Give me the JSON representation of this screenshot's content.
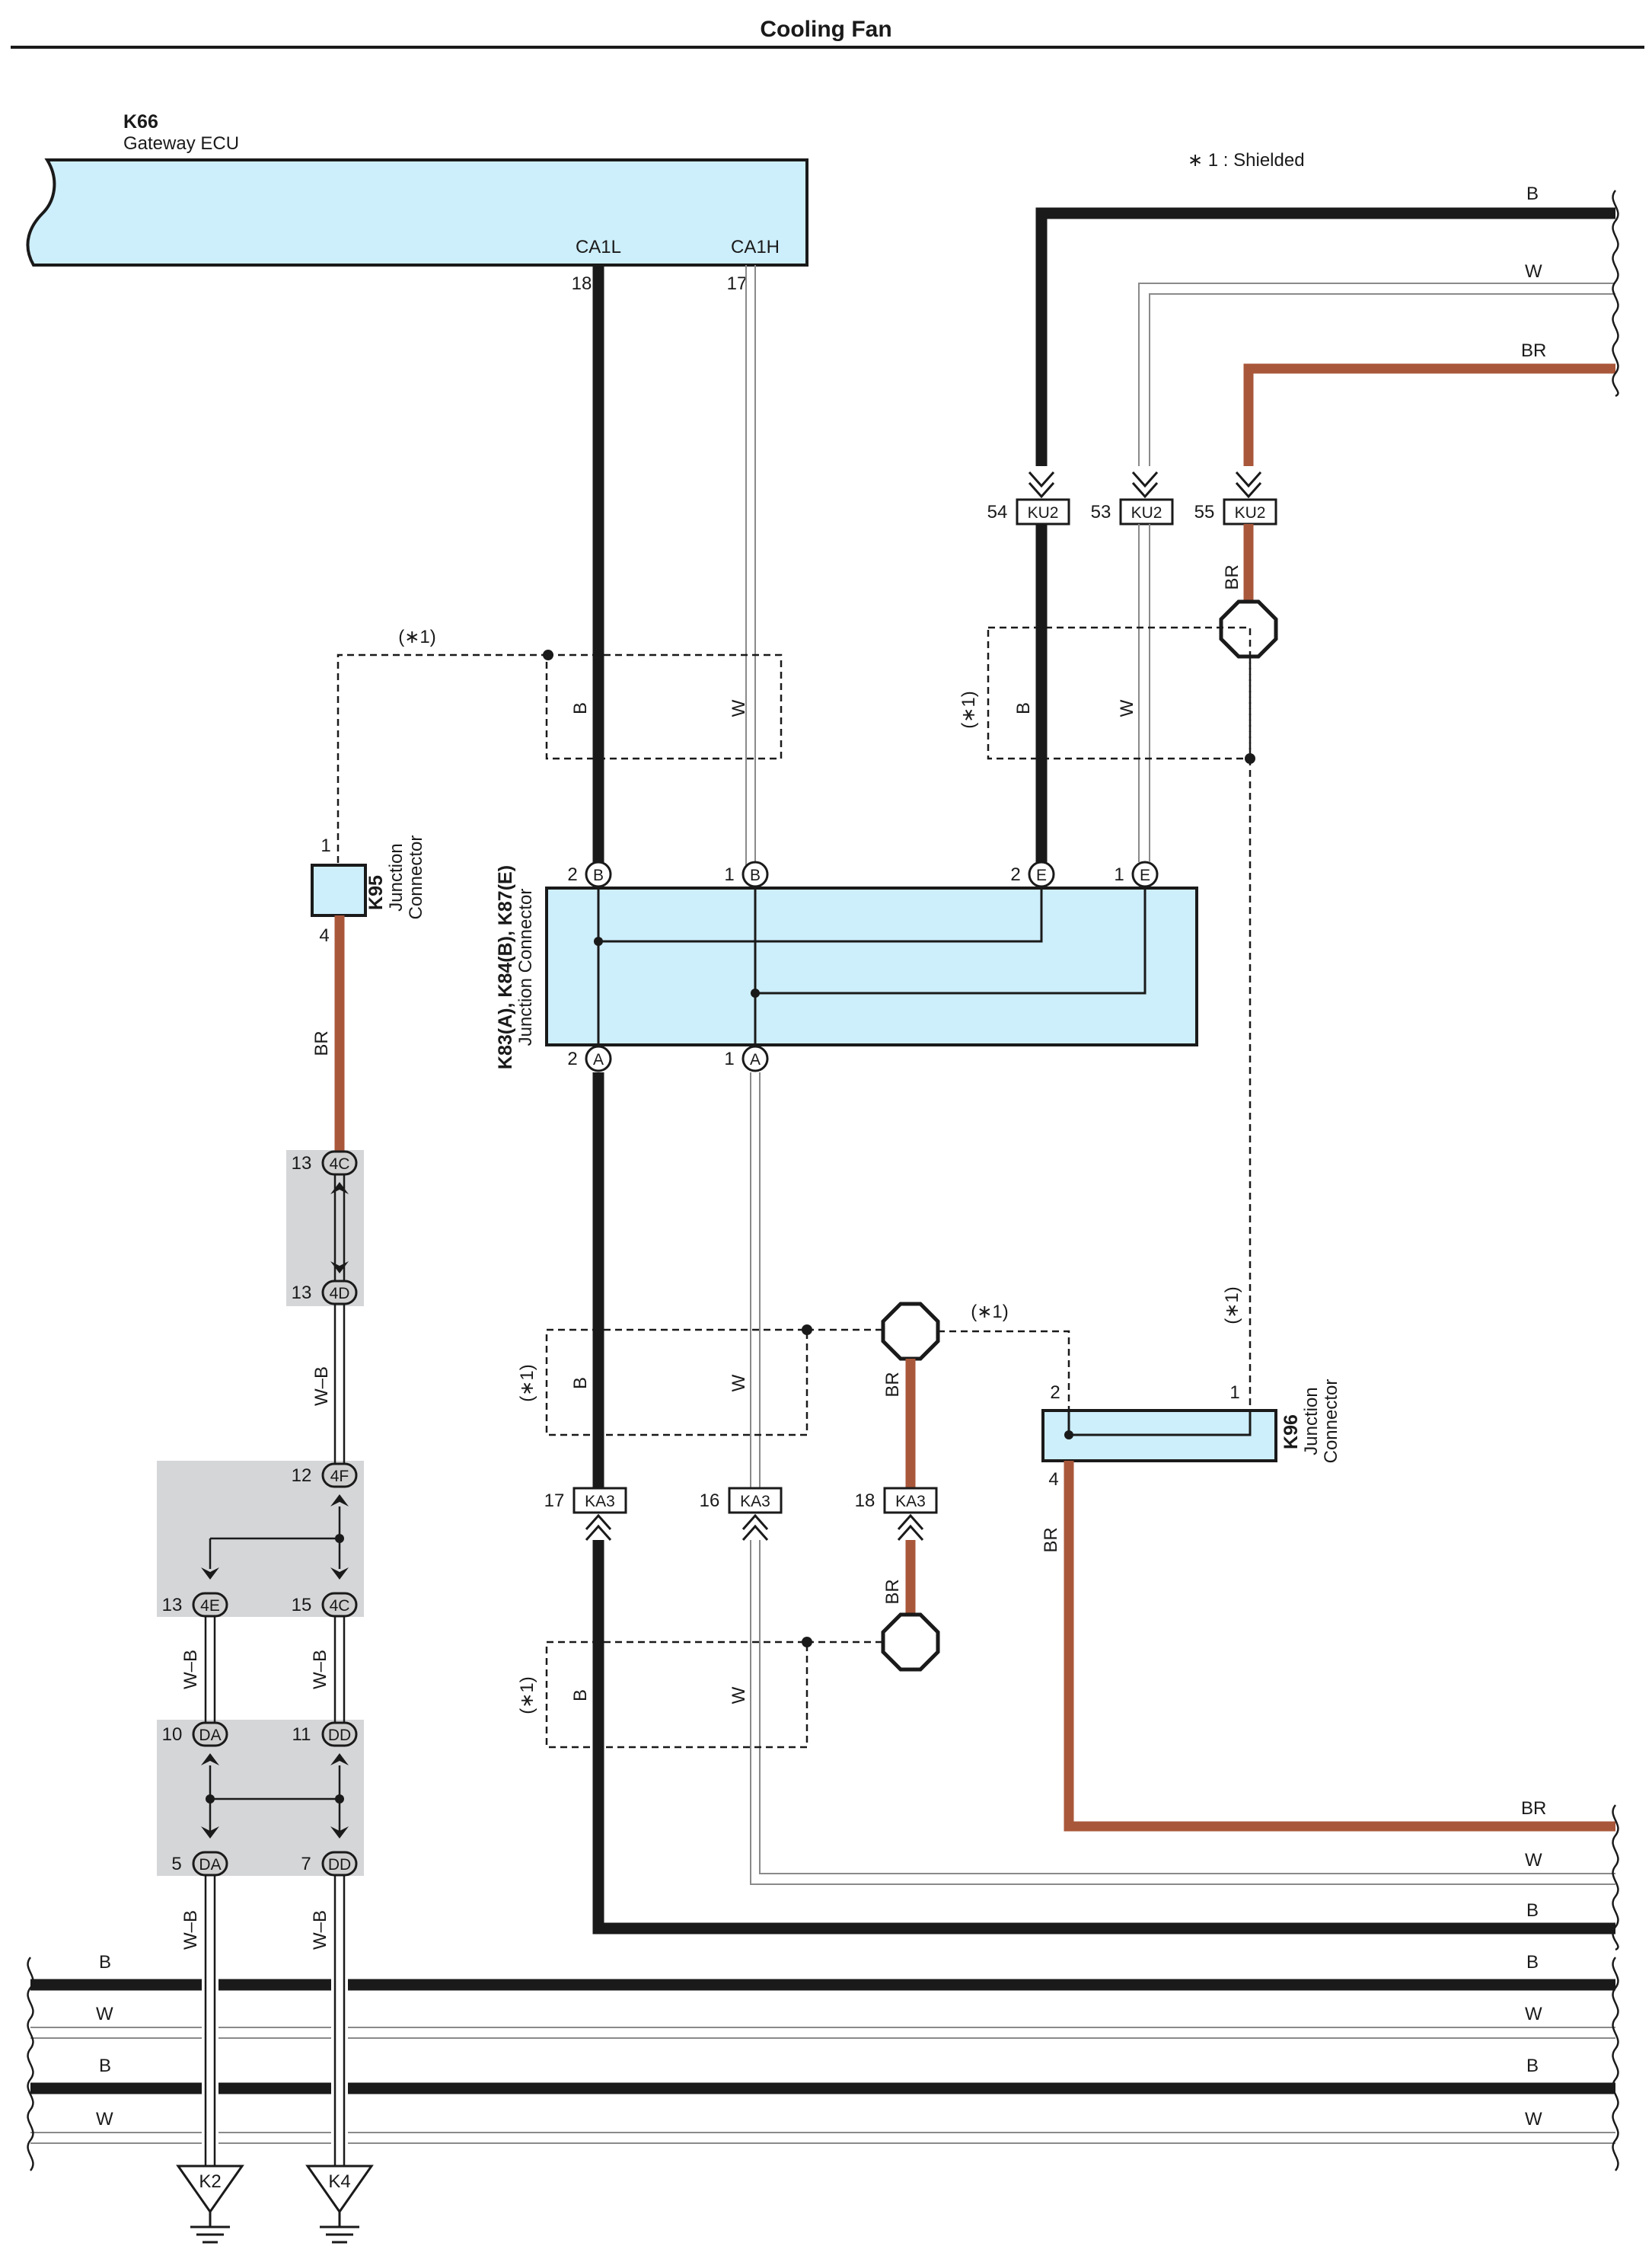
{
  "title": "Cooling Fan",
  "note": "∗ 1 : Shielded",
  "ecu": {
    "code": "K66",
    "name": "Gateway ECU",
    "pin_ca1l": "CA1L",
    "pin_ca1h": "CA1H",
    "num_ca1l": "18",
    "num_ca1h": "17"
  },
  "junction_main": {
    "codes": "K83(A), K84(B), K87(E)",
    "name": "Junction Connector",
    "top_pins": [
      {
        "num": "2",
        "letter": "B"
      },
      {
        "num": "1",
        "letter": "B"
      },
      {
        "num": "2",
        "letter": "E"
      },
      {
        "num": "1",
        "letter": "E"
      }
    ],
    "bottom_pins": [
      {
        "num": "2",
        "letter": "A"
      },
      {
        "num": "1",
        "letter": "A"
      }
    ]
  },
  "k95": {
    "code": "K95",
    "name1": "Junction",
    "name2": "Connector",
    "pin_top": "1",
    "pin_bottom": "4"
  },
  "k96": {
    "code": "K96",
    "name1": "Junction",
    "name2": "Connector",
    "pin_left": "2",
    "pin_right": "1",
    "pin_bottom": "4"
  },
  "ku2": [
    {
      "num": "54",
      "label": "KU2"
    },
    {
      "num": "53",
      "label": "KU2"
    },
    {
      "num": "55",
      "label": "KU2"
    }
  ],
  "ka3": [
    {
      "num": "17",
      "label": "KA3"
    },
    {
      "num": "16",
      "label": "KA3"
    },
    {
      "num": "18",
      "label": "KA3"
    }
  ],
  "left_connectors": {
    "c13_4c": {
      "num": "13",
      "label": "4C"
    },
    "c13_4d": {
      "num": "13",
      "label": "4D"
    },
    "c12_4f": {
      "num": "12",
      "label": "4F"
    },
    "c13_4e": {
      "num": "13",
      "label": "4E"
    },
    "c15_4c": {
      "num": "15",
      "label": "4C"
    },
    "c10_da": {
      "num": "10",
      "label": "DA"
    },
    "c11_dd": {
      "num": "11",
      "label": "DD"
    },
    "c5_da": {
      "num": "5",
      "label": "DA"
    },
    "c7_dd": {
      "num": "7",
      "label": "DD"
    }
  },
  "grounds": [
    "K2",
    "K4"
  ],
  "wire_labels": {
    "b": "B",
    "w": "W",
    "br": "BR",
    "wb": "W–B",
    "shield": "(∗1)"
  },
  "bus_lines": [
    "B",
    "W",
    "B",
    "W"
  ],
  "right_lines_top": [
    "B",
    "W",
    "BR"
  ],
  "right_lines_bottom": [
    "BR",
    "W",
    "B"
  ]
}
